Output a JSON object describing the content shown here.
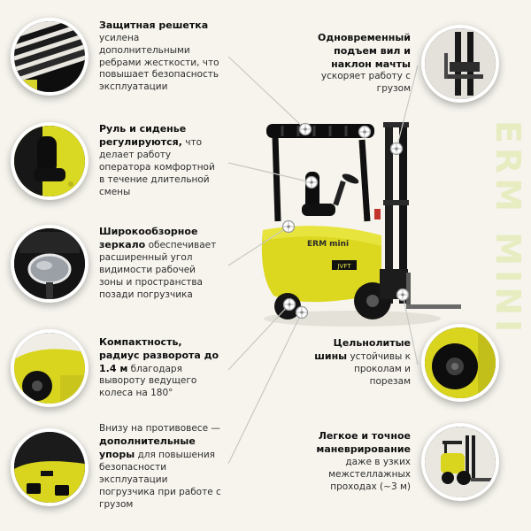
{
  "colors": {
    "background": "#f6f4ed",
    "brand_yellow": "#dcd81f",
    "watermark_text": "#e7ecc1",
    "connector_line": "#c8c8c4"
  },
  "brand": {
    "vertical_label": "ERM MINI"
  },
  "forklift": {
    "model_badge": "ERM mini",
    "logo_badge": "JVFT"
  },
  "features_left": [
    {
      "id": "protective-grille",
      "pre": "",
      "bold": "Защитная решетка",
      "post": " усилена дополнительными ребрами жесткости, что повышает безопасность эксплуатации"
    },
    {
      "id": "adjustable-seat",
      "pre": "",
      "bold": "Руль и сиденье регулируются,",
      "post": " что делает работу оператора комфортной в течение длительной смены"
    },
    {
      "id": "wide-mirror",
      "pre": "",
      "bold": "Широкообзорное зеркало",
      "post": " обеспечивает расширенный угол видимости рабочей зоны и пространства позади погрузчика"
    },
    {
      "id": "turning-radius",
      "pre": "",
      "bold": "Компактность, радиус разворота до 1.4 м",
      "post": " благодаря вывороту ведущего колеса на 180°"
    },
    {
      "id": "counterweight-stops",
      "pre": "Внизу на противовесе — ",
      "bold": "дополнительные упоры",
      "post": " для повышения безопасности эксплуатации погрузчика при работе с грузом"
    }
  ],
  "features_right": [
    {
      "id": "lift-tilt",
      "pre": "",
      "bold": "Одновременный подъем вил и наклон мачты",
      "post": " ускоряет работу с грузом"
    },
    {
      "id": "solid-tires",
      "pre": "",
      "bold": "Цельнолитые шины",
      "post": " устойчивы к проколам и порезам"
    },
    {
      "id": "maneuverability",
      "pre": "",
      "bold": "Легкое и точное маневрирование",
      "post": " даже в узких межстеллажных проходах (~3 м)"
    }
  ]
}
